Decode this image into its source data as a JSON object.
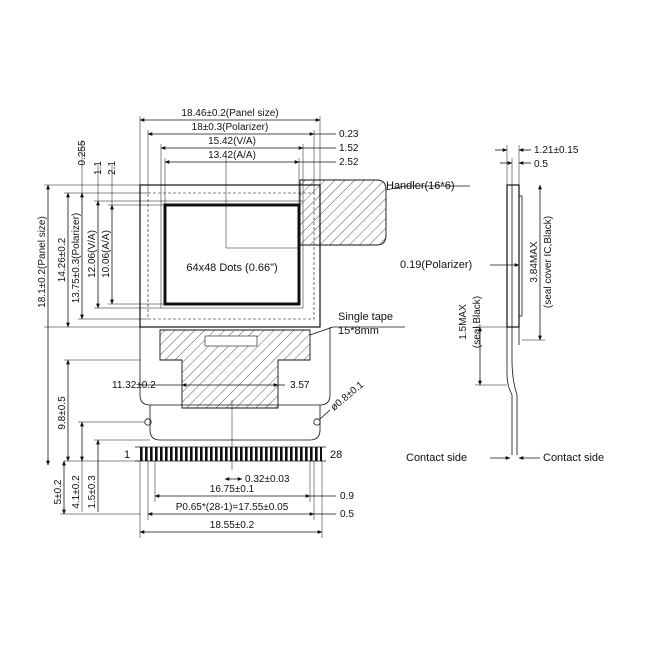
{
  "top_dims": {
    "panel_size": "18.46±0.2(Panel size)",
    "polarizer": "18±0.3(Polarizer)",
    "va": "15.42(V/A)",
    "aa": "13.42(A/A)",
    "r_023": "0.23",
    "r_152": "1.52",
    "r_252": "2.52"
  },
  "left_dims": {
    "panel_size": "18.1±0.2(Panel size)",
    "d14": "14.26±0.2",
    "polarizer": "13.75±0.3(Polarizer)",
    "va": "12.06(V/A)",
    "aa": "10.06(A/A)",
    "d0255": "0.255",
    "d11": "1.1",
    "d21": "2.1",
    "d98": "9.8±0.5",
    "d5": "5±0.2",
    "d41": "4.1±0.2",
    "d15": "1.5±0.3"
  },
  "labels": {
    "dots": "64x48 Dots (0.66\")",
    "handler": "Handler(16*6)",
    "single_tape": "Single tape",
    "tape_size": "15*8mm",
    "phi": "ø0.8±0.1",
    "pin1": "1",
    "pin28": "28",
    "d1132": "11.32±0.2",
    "d357": "3.57"
  },
  "bottom_dims": {
    "d032": "0.32±0.03",
    "d1675": "16.75±0.1",
    "d09": "0.9",
    "pitch": "P0.65*(28-1)=17.55±0.05",
    "d05": "0.5",
    "d1855": "18.55±0.2"
  },
  "side_view": {
    "d121": "1.21±0.15",
    "d05": "0.5",
    "polarizer": "0.19(Polarizer)",
    "seal_ic": "3.84MAX",
    "seal_ic_sub": "(seal cover IC,Black)",
    "seal": "1.5MAX",
    "seal_sub": "(seal,Black)",
    "contact_left": "Contact side",
    "contact_right": "Contact side"
  }
}
